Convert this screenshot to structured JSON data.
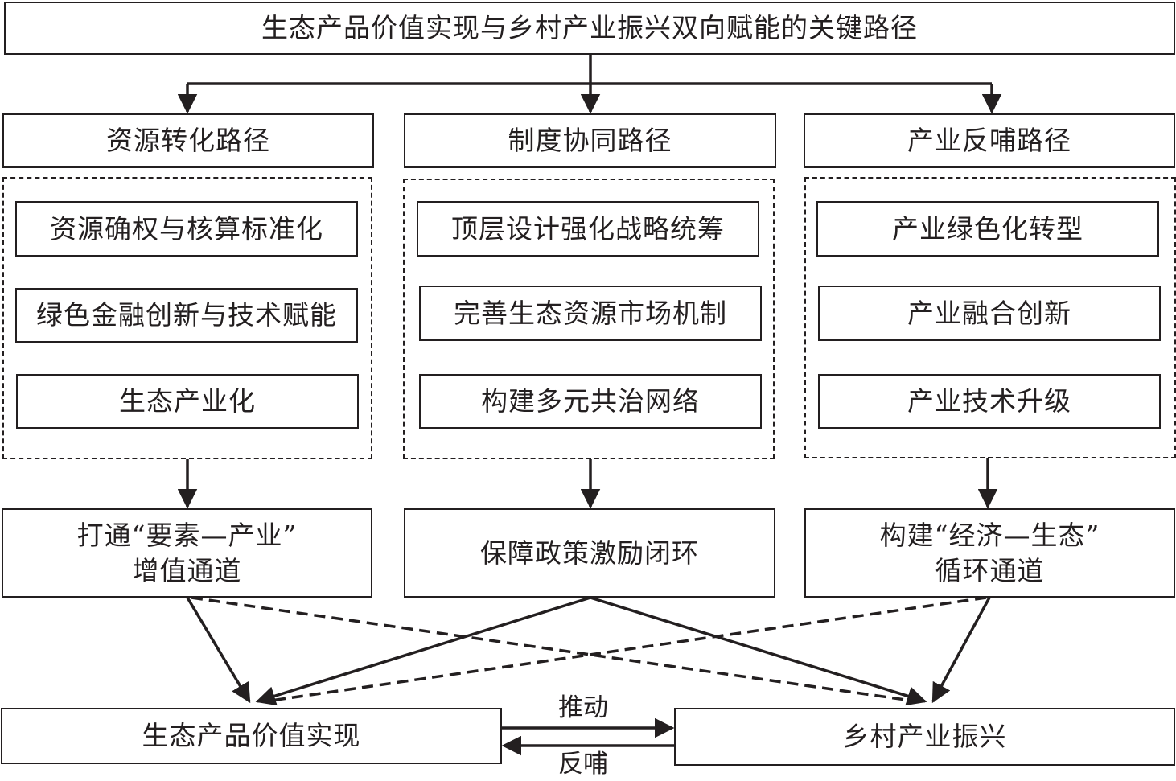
{
  "title": "生态产品价值实现与乡村产业振兴双向赋能的关键路径",
  "paths": [
    {
      "name": "资源转化路径",
      "items": [
        "资源确权与核算标准化",
        "绿色金融创新与技术赋能",
        "生态产业化"
      ],
      "outcome_line1": "打通“要素—产业”",
      "outcome_line2": "增值通道"
    },
    {
      "name": "制度协同路径",
      "items": [
        "顶层设计强化战略统筹",
        "完善生态资源市场机制",
        "构建多元共治网络"
      ],
      "outcome_line1": "保障政策激励闭环",
      "outcome_line2": ""
    },
    {
      "name": "产业反哺路径",
      "items": [
        "产业绿色化转型",
        "产业融合创新",
        "产业技术升级"
      ],
      "outcome_line1": "构建“经济—生态”",
      "outcome_line2": "循环通道"
    }
  ],
  "targets": {
    "left": "生态产品价值实现",
    "right": "乡村产业振兴"
  },
  "relations": {
    "forward": "推动",
    "backward": "反哺"
  },
  "colors": {
    "line": "#231f20",
    "background": "#ffffff"
  }
}
